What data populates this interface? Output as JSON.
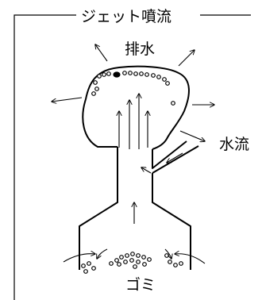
{
  "title": "ジェット噴流",
  "labels": {
    "drain": "排水",
    "water_flow": "水流",
    "garbage": "ゴミ"
  },
  "colors": {
    "line": "#000000",
    "background": "#ffffff"
  }
}
